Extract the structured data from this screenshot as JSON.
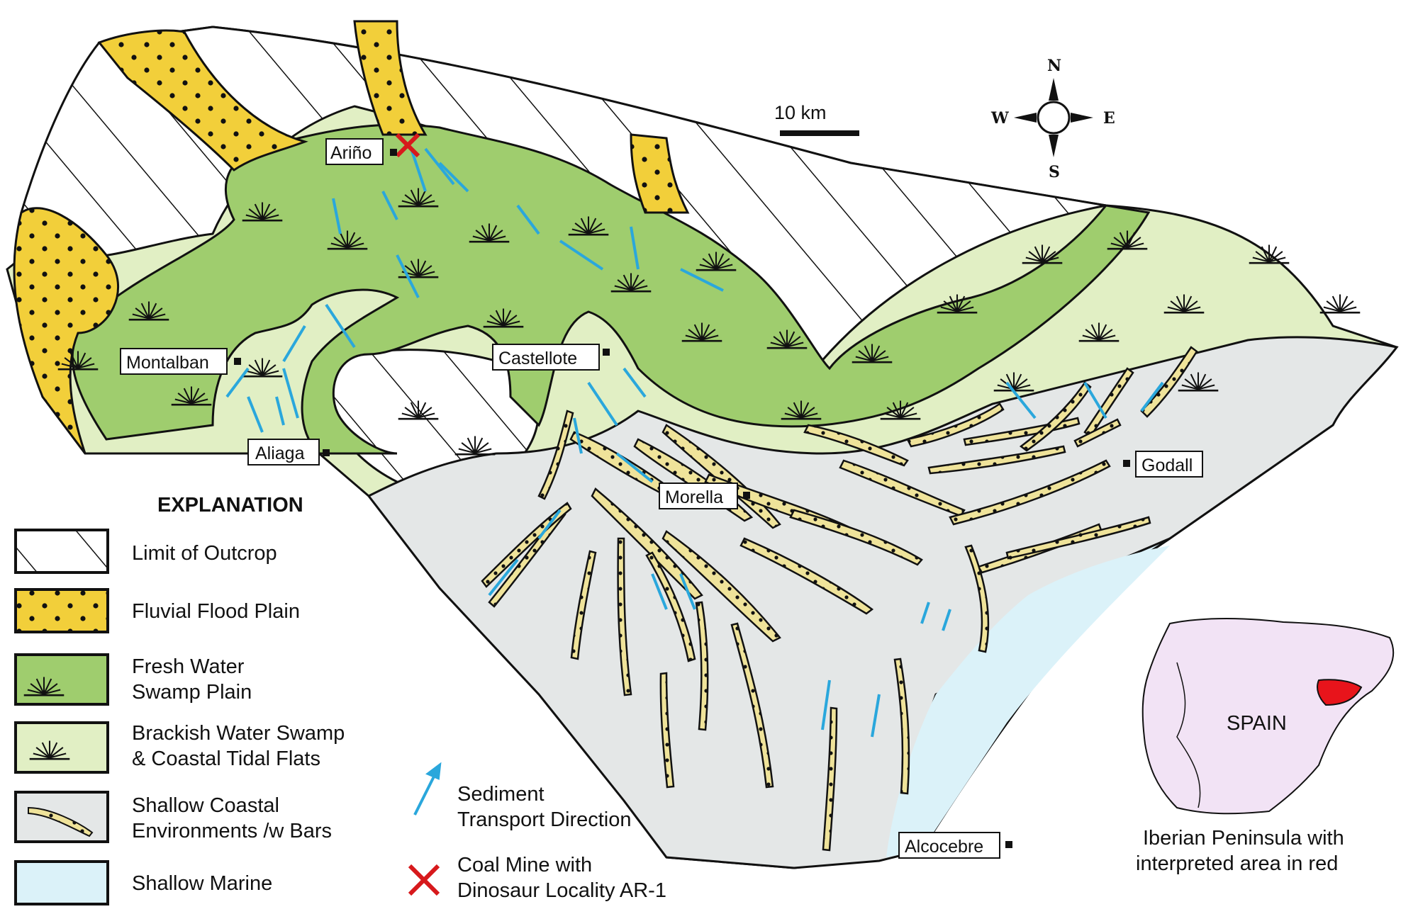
{
  "map": {
    "scale_bar_label": "10 km",
    "compass": {
      "north": "N",
      "south": "S",
      "east": "E",
      "west": "W"
    },
    "towns": {
      "arino": "Ariño",
      "montalban": "Montalban",
      "aliaga": "Aliaga",
      "castellote": "Castellote",
      "morella": "Morella",
      "godall": "Godall",
      "alcocebre": "Alcocebre"
    }
  },
  "legend": {
    "title": "EXPLANATION",
    "items": [
      {
        "lines": [
          "Limit of Outcrop"
        ],
        "color": "#ffffff"
      },
      {
        "lines": [
          "Fluvial Flood Plain"
        ],
        "color": "#f2cf3a"
      },
      {
        "lines": [
          "Fresh Water",
          "Swamp Plain"
        ],
        "color": "#9fcd6e"
      },
      {
        "lines": [
          "Brackish Water Swamp",
          "& Coastal Tidal Flats"
        ],
        "color": "#e1efc4"
      },
      {
        "lines": [
          "Shallow Coastal",
          "Environments /w Bars"
        ],
        "color": "#e4e7e7"
      },
      {
        "lines": [
          "Shallow Marine"
        ],
        "color": "#dbf2f9"
      }
    ],
    "sediment": [
      "Sediment",
      "Transport Direction"
    ],
    "coal_mine": [
      "Coal Mine with",
      "Dinosaur Locality AR-1"
    ]
  },
  "inset": {
    "country": "SPAIN",
    "caption": [
      "Iberian Peninsula with",
      "interpreted area in red"
    ],
    "land_color": "#f2e3f5",
    "highlight_color": "#e8141b"
  },
  "colors": {
    "arrow": "#2aa7dc",
    "mine": "#d7191c"
  }
}
